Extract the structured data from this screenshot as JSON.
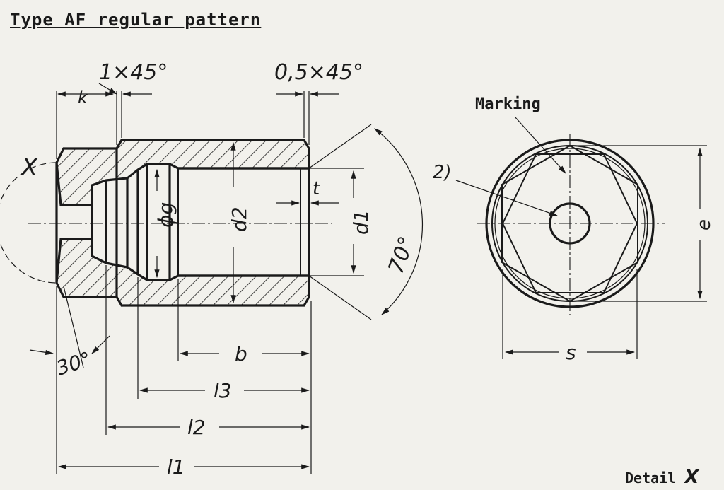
{
  "title": "Type AF regular pattern",
  "detail_label": "Detail",
  "detail_mark": "X",
  "labels": {
    "chamfer_left": "1×45°",
    "chamfer_right": "0,5×45°",
    "k": "k",
    "x": "X",
    "g": "ϕg",
    "d2": "d2",
    "t": "t",
    "d1": "d1",
    "angle70": "70°",
    "angle30": "30°",
    "b": "b",
    "l3": "l3",
    "l2": "l2",
    "l1": "l1",
    "marking": "Marking",
    "note2": "2)",
    "e": "e",
    "s": "s"
  }
}
